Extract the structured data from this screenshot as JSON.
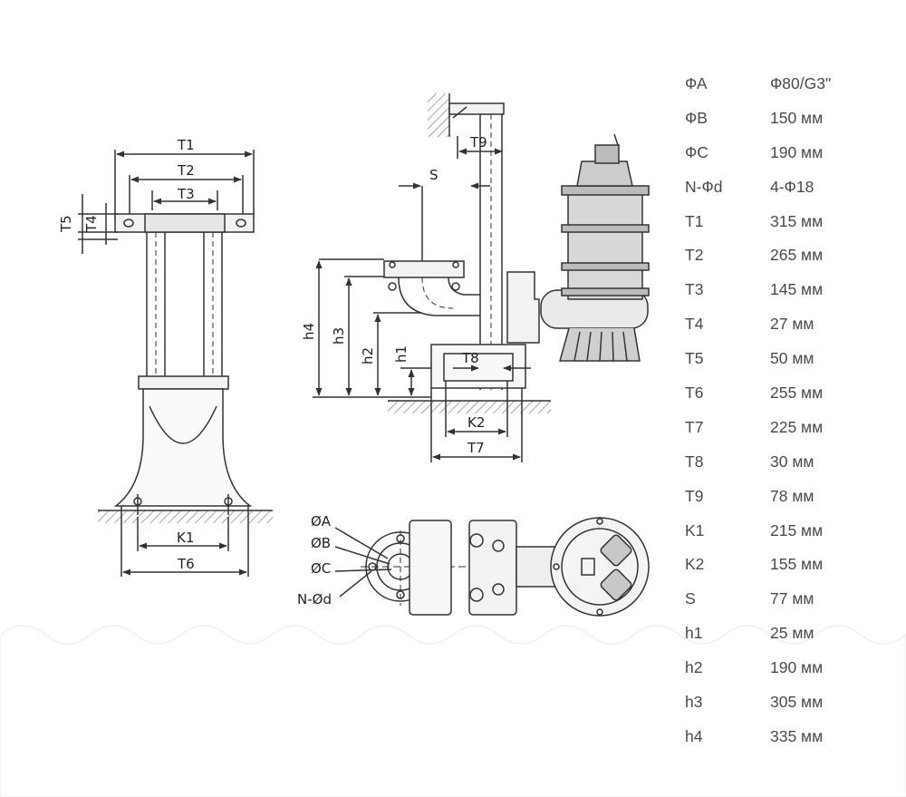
{
  "drawing": {
    "labels": {
      "t1": "T1",
      "t2": "T2",
      "t3": "T3",
      "t4": "T4",
      "t5": "T5",
      "t6": "T6",
      "t7": "T7",
      "t8": "T8",
      "t9": "T9",
      "k1": "K1",
      "k2": "K2",
      "s": "S",
      "h1": "h1",
      "h2": "h2",
      "h3": "h3",
      "h4": "h4",
      "oa": "ØA",
      "ob": "ØB",
      "oc": "ØC",
      "nod": "N-Ød"
    }
  },
  "specs": [
    {
      "key": "ФА",
      "value": "Ф80/G3\""
    },
    {
      "key": "ФВ",
      "value": "150 мм"
    },
    {
      "key": "ФС",
      "value": "190 мм"
    },
    {
      "key": "N-Фd",
      "value": "4-Ф18"
    },
    {
      "key": "T1",
      "value": "315 мм"
    },
    {
      "key": "T2",
      "value": "265 мм"
    },
    {
      "key": "T3",
      "value": "145 мм"
    },
    {
      "key": "T4",
      "value": "27 мм"
    },
    {
      "key": "T5",
      "value": "50 мм"
    },
    {
      "key": "T6",
      "value": "255 мм"
    },
    {
      "key": "T7",
      "value": "225 мм"
    },
    {
      "key": "T8",
      "value": "30 мм"
    },
    {
      "key": "T9",
      "value": "78 мм"
    },
    {
      "key": "K1",
      "value": "215 мм"
    },
    {
      "key": "K2",
      "value": "155 мм"
    },
    {
      "key": "S",
      "value": "77 мм"
    },
    {
      "key": "h1",
      "value": "25 мм"
    },
    {
      "key": "h2",
      "value": "190 мм"
    },
    {
      "key": "h3",
      "value": "305 мм"
    },
    {
      "key": "h4",
      "value": "335 мм"
    }
  ]
}
